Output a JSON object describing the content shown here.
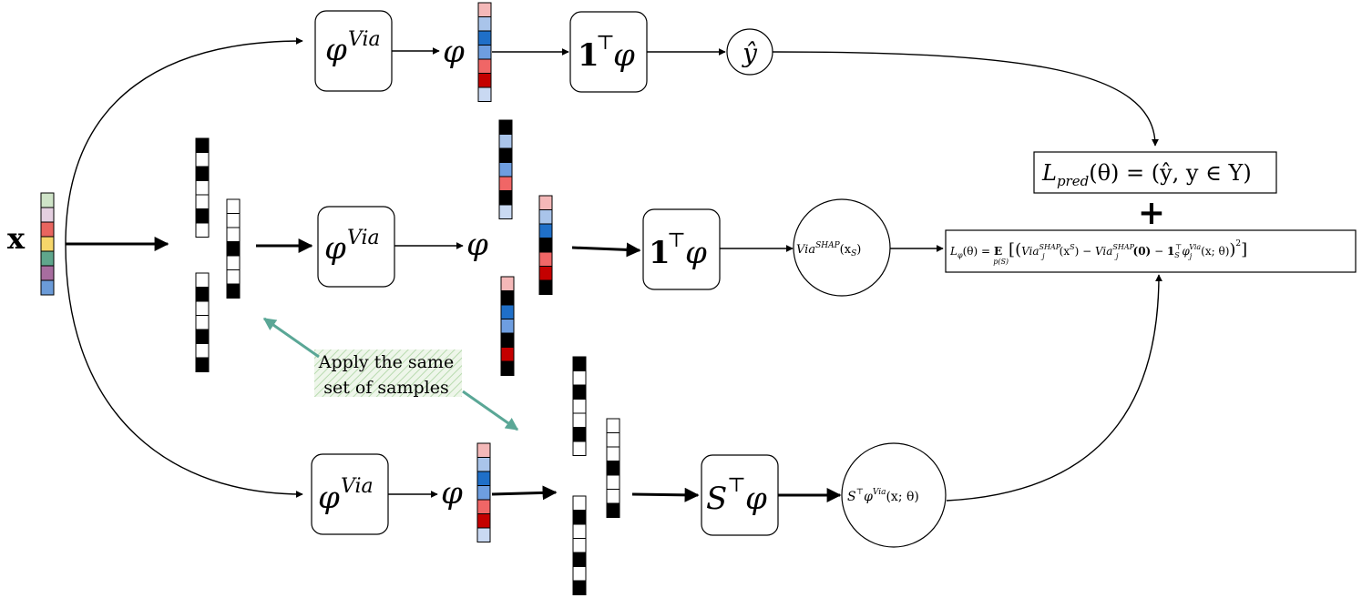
{
  "input": {
    "label": "x",
    "colors": [
      "#cfe4c8",
      "#e4cfe0",
      "#e8655f",
      "#f6d66a",
      "#5fa68c",
      "#a76d9f",
      "#6b9bd8"
    ]
  },
  "colors": {
    "black": "#000000",
    "white": "#ffffff",
    "light_red": "#f4b8b8",
    "red": "#f06666",
    "dark_red": "#c40000",
    "light_blue": "#a9c4ea",
    "blue": "#1f6fc8",
    "mid_blue": "#6e9ee0",
    "pale_blue": "#c9d9f2",
    "annotation": "#5aa796"
  },
  "vectors": {
    "phi_top": [
      "#f4b8b8",
      "#a9c4ea",
      "#1f6fc8",
      "#6e9ee0",
      "#f06666",
      "#c40000",
      "#c9d9f2"
    ],
    "phi_bottom": [
      "#f4b8b8",
      "#a9c4ea",
      "#1f6fc8",
      "#6e9ee0",
      "#f06666",
      "#c40000",
      "#c9d9f2"
    ],
    "mid_mask_a": [
      "#000000",
      "#ffffff",
      "#000000",
      "#ffffff",
      "#ffffff",
      "#000000",
      "#ffffff"
    ],
    "mid_mask_b": [
      "#ffffff",
      "#ffffff",
      "#ffffff",
      "#000000",
      "#ffffff",
      "#ffffff",
      "#000000"
    ],
    "mid_mask_c": [
      "#ffffff",
      "#000000",
      "#ffffff",
      "#ffffff",
      "#000000",
      "#ffffff",
      "#000000"
    ],
    "masked_phi_a": [
      "#000000",
      "#a9c4ea",
      "#000000",
      "#6e9ee0",
      "#f06666",
      "#000000",
      "#c9d9f2"
    ],
    "masked_phi_b": [
      "#f4b8b8",
      "#a9c4ea",
      "#1f6fc8",
      "#000000",
      "#f06666",
      "#c40000",
      "#000000"
    ],
    "masked_phi_c": [
      "#f4b8b8",
      "#000000",
      "#1f6fc8",
      "#6e9ee0",
      "#000000",
      "#c40000",
      "#000000"
    ],
    "bot_mask_a": [
      "#000000",
      "#ffffff",
      "#000000",
      "#ffffff",
      "#ffffff",
      "#000000",
      "#ffffff"
    ],
    "bot_mask_b": [
      "#ffffff",
      "#ffffff",
      "#ffffff",
      "#000000",
      "#ffffff",
      "#ffffff",
      "#000000"
    ],
    "bot_mask_c": [
      "#ffffff",
      "#000000",
      "#ffffff",
      "#ffffff",
      "#000000",
      "#ffffff",
      "#000000"
    ]
  },
  "top_row": {
    "model": "Via",
    "phi": "φ",
    "sum_label": "1",
    "sum_sup": "⊤",
    "yhat": "ŷ"
  },
  "mid_row": {
    "model": "Via",
    "phi": "φ",
    "sum_label": "1",
    "sum_sup": "⊤",
    "shap_value": "Via",
    "shap_sup": "SHAP",
    "shap_arg": "(x",
    "shap_sub": "S",
    "shap_close": ")"
  },
  "bot_row": {
    "model": "Via",
    "phi": "φ",
    "proj_label": "S",
    "proj_sup": "⊤",
    "out_prefix": "S",
    "out_sup": "⊤",
    "out_phi": "φ",
    "out_model": "Via",
    "out_arg": "(x; θ)"
  },
  "loss_pred": {
    "L": "L",
    "sub": "pred",
    "rest": "(θ) = (ŷ, y ∈ Y)"
  },
  "plus": "+",
  "loss_phi": {
    "L": "L",
    "sub": "φ",
    "lhs_rest": "(θ) =",
    "expect": "E",
    "expect_sub": "p(S)",
    "open": "[(",
    "t1": "Via",
    "t1_sup": "SHAP",
    "t1_sub": "j",
    "t1_arg": "(x",
    "t1_arg_sup": "S",
    "t1_close": ")",
    "minus": " − ",
    "t2": "Via",
    "t2_sup": "SHAP",
    "t2_sub": "j",
    "t2_arg": "(0)",
    "minus2": " − ",
    "t3": "1",
    "t3_sub": "S",
    "t3_sup": "⊤",
    "t3_phi": "φ",
    "t3_phi_sub": "j",
    "t3_phi_sup": "Via",
    "t3_arg": "(x; θ)",
    "close": ")",
    "power": "2",
    "end": "]"
  },
  "annotation": {
    "line1": "Apply the same",
    "line2": "set of samples"
  }
}
